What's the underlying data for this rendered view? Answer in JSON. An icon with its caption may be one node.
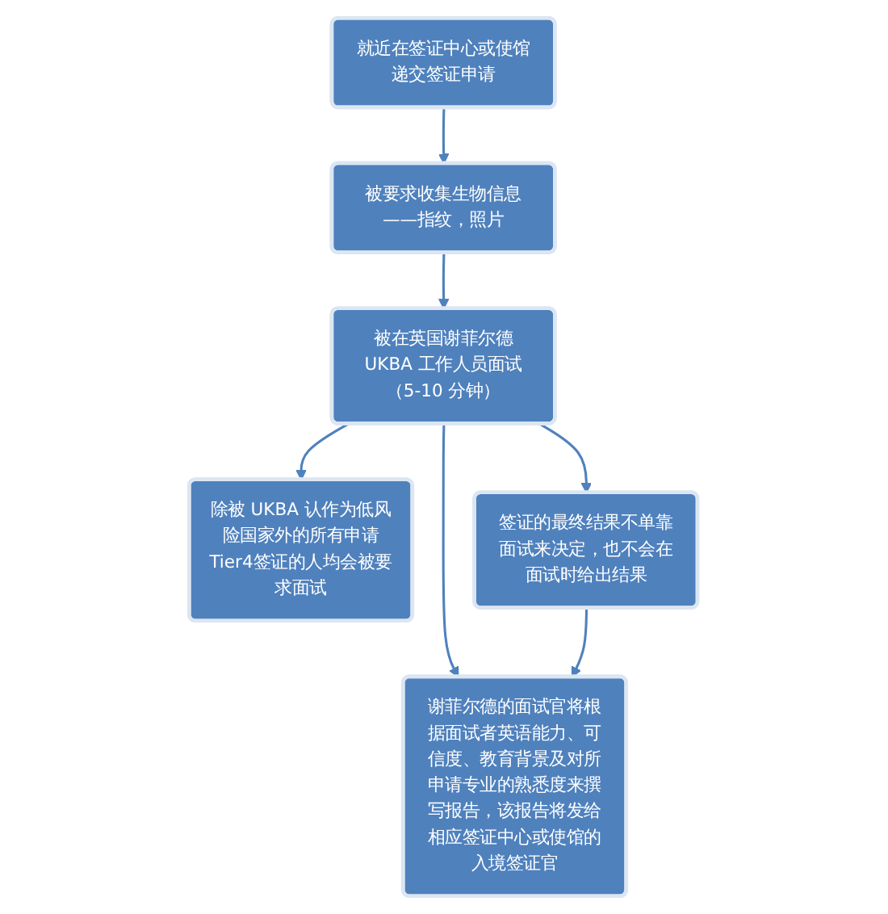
{
  "diagram": {
    "nodes": [
      {
        "text": [
          "就近在签证中心或使馆递交签证申请"
        ]
      },
      {
        "text": [
          "被要求收集生物信息——指纹，照片"
        ]
      },
      {
        "text": [
          "被在英国谢菲尔德UKBA 工作人员面试（5-10 分钟）"
        ]
      },
      {
        "text": [
          "除被 UKBA 认作为低风险国家外的所有申请Tier4签证的人均会被要求面试"
        ]
      },
      {
        "text": [
          "签证的最终结果不单靠面试来决定，也不会在面试时给出结果"
        ]
      },
      {
        "text": [
          "谢菲尔德的面试官将根据面试者英语能力、可信度、教育背景及对所申请专业的熟悉度来撰写报告，该报告将发给相应签证中心或使馆的入境签证官"
        ]
      }
    ],
    "edges": [
      {
        "from": 0,
        "to": 1,
        "arrow": "to"
      },
      {
        "from": 1,
        "to": 2,
        "arrow": "to"
      },
      {
        "from": 2,
        "to": 4,
        "arrow": "to"
      },
      {
        "from": 2,
        "to": 5,
        "arrow": "to"
      },
      {
        "from": 2,
        "to": 3,
        "arrow": "to"
      },
      {
        "from": 4,
        "to": 5,
        "arrow": "to"
      }
    ]
  }
}
